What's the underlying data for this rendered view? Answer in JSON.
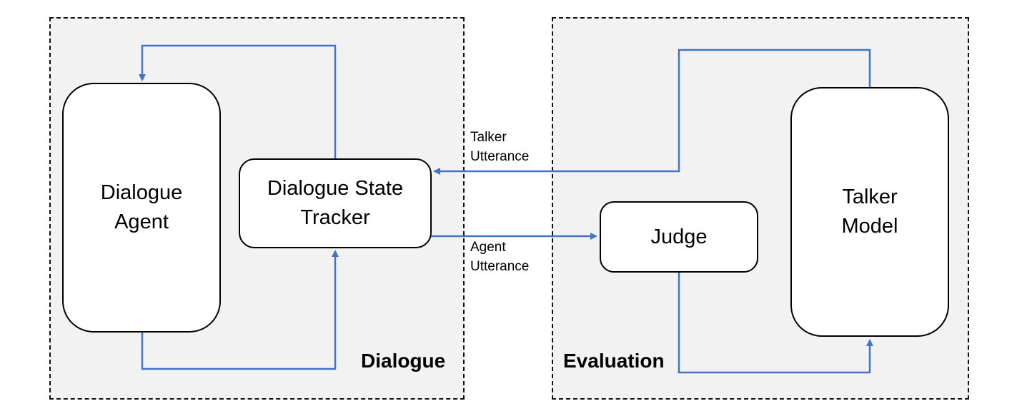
{
  "panels": {
    "dialogue": {
      "title": "Dialogue"
    },
    "evaluation": {
      "title": "Evaluation"
    }
  },
  "nodes": {
    "dialogue_agent": {
      "lines": [
        "Dialogue",
        "Agent"
      ]
    },
    "state_tracker": {
      "lines": [
        "Dialogue State",
        "Tracker"
      ]
    },
    "judge": {
      "lines": [
        "Judge"
      ]
    },
    "talker_model": {
      "lines": [
        "Talker",
        "Model"
      ]
    }
  },
  "edge_labels": {
    "talker_utterance": {
      "lines": [
        "Talker",
        "Utterance"
      ]
    },
    "agent_utterance": {
      "lines": [
        "Agent",
        "Utterance"
      ]
    }
  },
  "colors": {
    "arrow": "#4472c4",
    "panel_fill": "#f2f2f2",
    "border": "#000000"
  }
}
